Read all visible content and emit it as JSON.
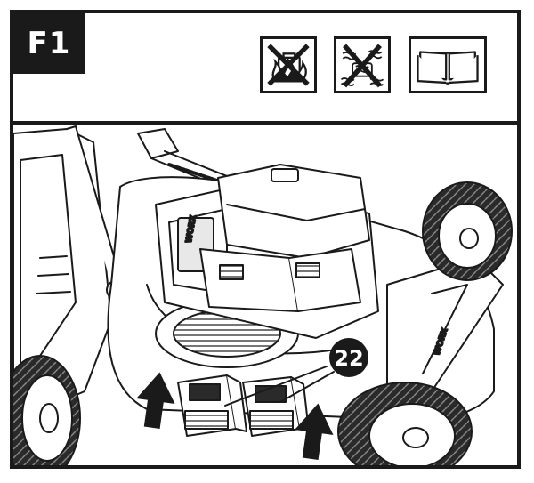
{
  "figure": {
    "label": "F1",
    "callout_number": "22",
    "brand_mark": "WORX"
  },
  "icons": [
    {
      "name": "no-fire-icon"
    },
    {
      "name": "no-water-icon"
    },
    {
      "name": "read-manual-icon"
    }
  ],
  "colors": {
    "ink": "#1a1a1a",
    "paper": "#ffffff",
    "tread": "#2a2a2a"
  }
}
